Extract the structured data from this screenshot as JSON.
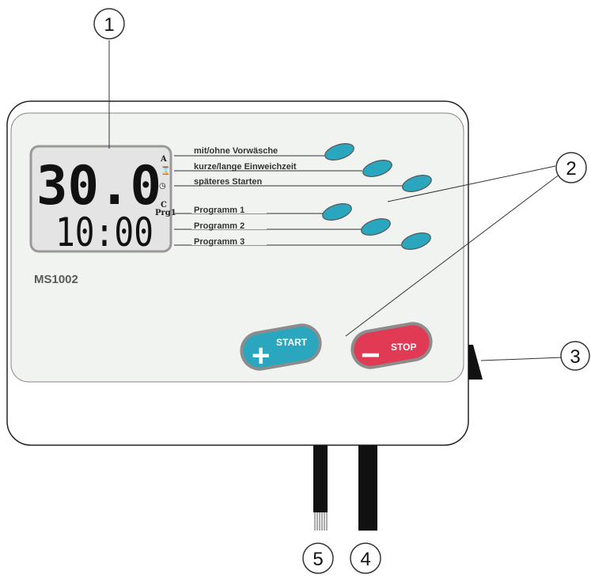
{
  "device": {
    "model": "MS1002",
    "display": {
      "top_value": "30.0",
      "bottom_value": "10:00",
      "symbols": [
        "A",
        "⌛",
        "◷",
        "C",
        "Prg1"
      ]
    },
    "settings": [
      {
        "label": "mit/ohne Vorwäsche"
      },
      {
        "label": "kurze/lange Einweichzeit"
      },
      {
        "label": "späteres Starten"
      }
    ],
    "programs": [
      {
        "label": "Programm 1"
      },
      {
        "label": "Programm 2"
      },
      {
        "label": "Programm 3"
      }
    ],
    "start_button": {
      "symbol": "+",
      "label": "START"
    },
    "stop_button": {
      "symbol": "−",
      "label": "STOP"
    }
  },
  "callouts": [
    "1",
    "2",
    "3",
    "4",
    "5"
  ],
  "colors": {
    "button_teal": "#2aa7bf",
    "start_teal": "#2aa7bf",
    "stop_red": "#e03a55",
    "panel": "#f1f3f1",
    "lcd_bg": "#e4e4e4"
  }
}
